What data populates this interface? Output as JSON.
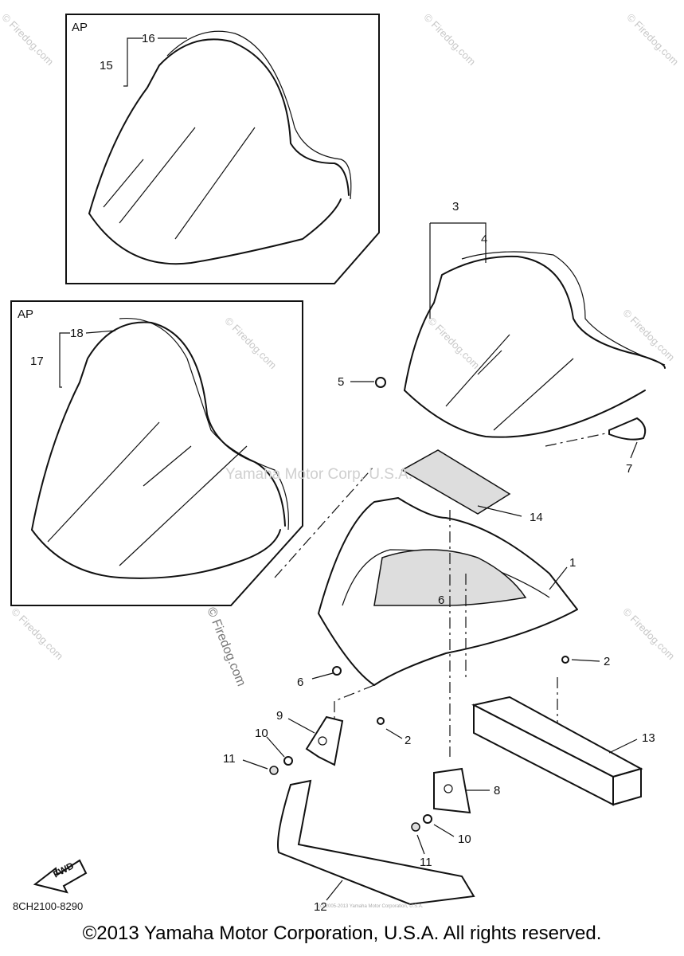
{
  "insets": {
    "top_tag": "AP",
    "bottom_tag": "AP"
  },
  "callouts": [
    {
      "id": "c16",
      "text": "16"
    },
    {
      "id": "c15",
      "text": "15"
    },
    {
      "id": "c18",
      "text": "18"
    },
    {
      "id": "c17",
      "text": "17"
    },
    {
      "id": "c3",
      "text": "3"
    },
    {
      "id": "c4",
      "text": "4"
    },
    {
      "id": "c5",
      "text": "5"
    },
    {
      "id": "c7",
      "text": "7"
    },
    {
      "id": "c14",
      "text": "14"
    },
    {
      "id": "c1",
      "text": "1"
    },
    {
      "id": "c6a",
      "text": "6"
    },
    {
      "id": "c2a",
      "text": "2"
    },
    {
      "id": "c6b",
      "text": "6"
    },
    {
      "id": "c9",
      "text": "9"
    },
    {
      "id": "c2b",
      "text": "2"
    },
    {
      "id": "c10a",
      "text": "10"
    },
    {
      "id": "c11a",
      "text": "11"
    },
    {
      "id": "c13",
      "text": "13"
    },
    {
      "id": "c8",
      "text": "8"
    },
    {
      "id": "c10b",
      "text": "10"
    },
    {
      "id": "c11b",
      "text": "11"
    },
    {
      "id": "c12",
      "text": "12"
    }
  ],
  "watermarks": {
    "center": "Yamaha Motor Corp, U.S.A.",
    "firedog": "© Firedog.com",
    "small": "© Firedog.com"
  },
  "fwd_arrow_label": "FWD",
  "diagram_code": "8CH2100-8290",
  "tiny_notice": "(c) 2005-2013 Yamaha Motor Corporation, U.S.A.",
  "footer": "©2013 Yamaha Motor Corporation, U.S.A. All rights reserved."
}
